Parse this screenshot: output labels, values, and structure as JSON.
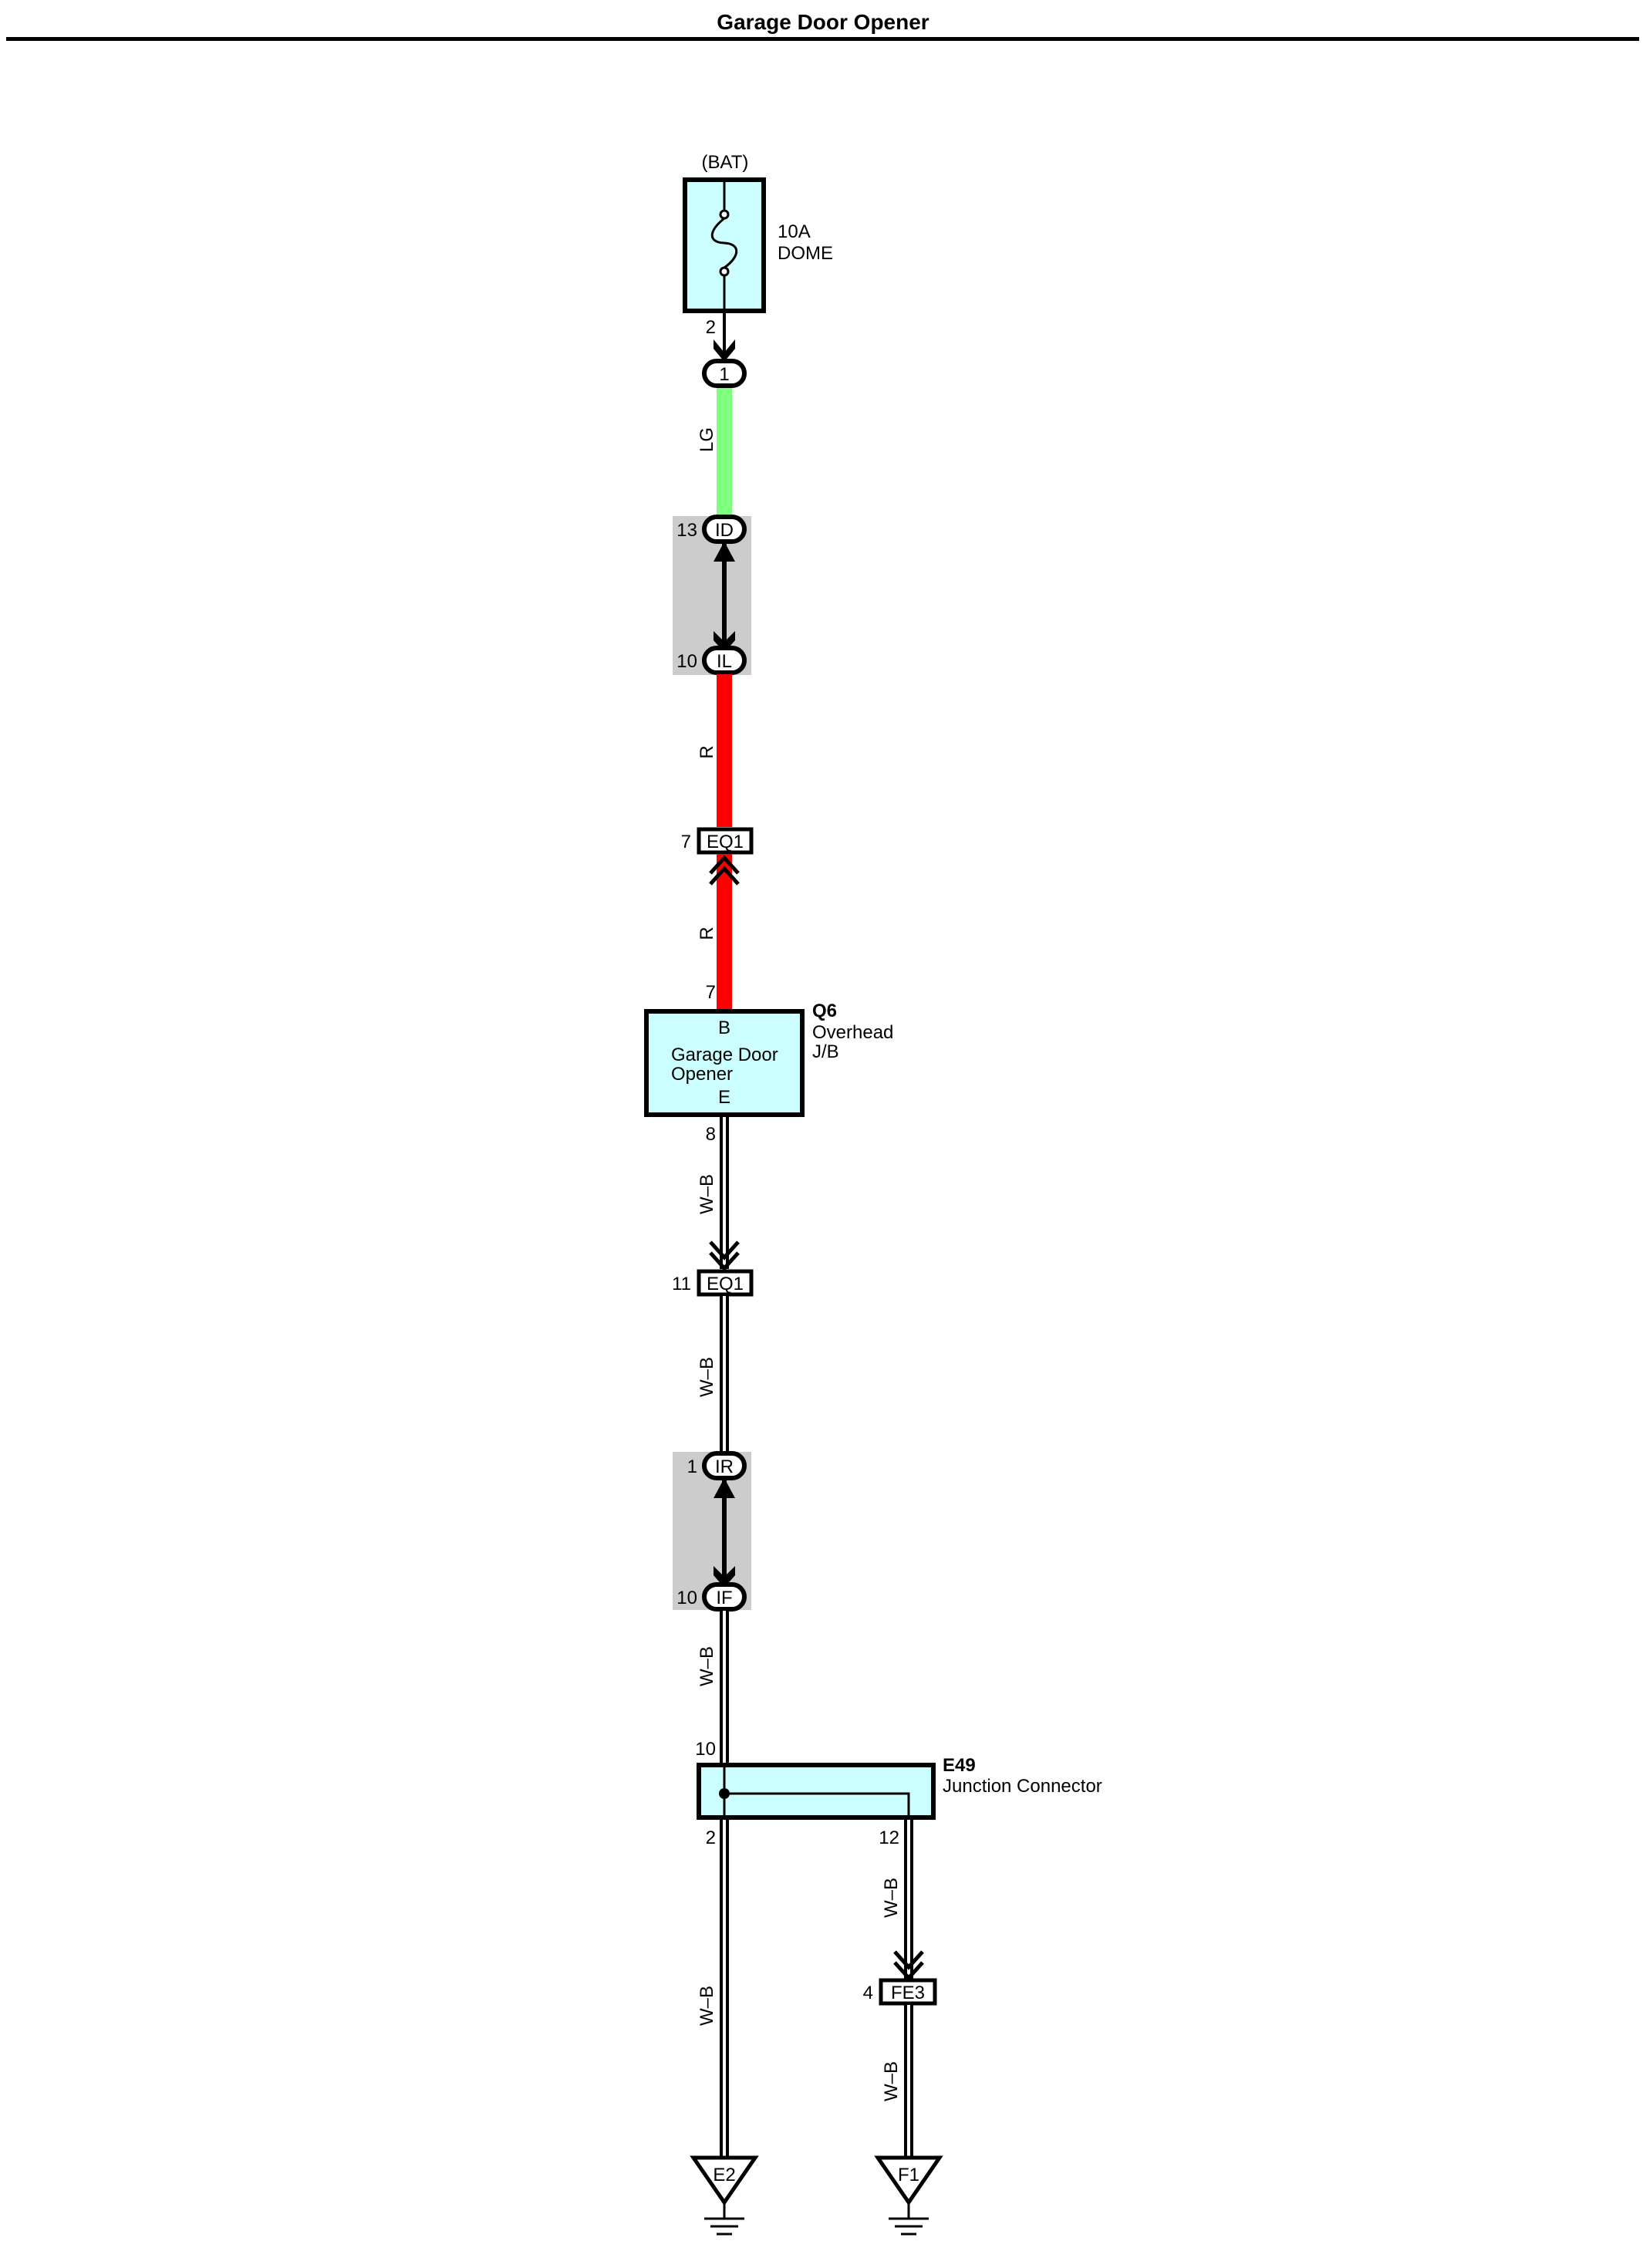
{
  "title": "Garage Door Opener",
  "colors": {
    "LG": "#80ff80",
    "R": "#ff0000",
    "component_fill": "#ccffff",
    "junction_block_fill": "#cccccc"
  },
  "fuse": {
    "source": "(BAT)",
    "rating": "10A",
    "name": "DOME",
    "out_pin": "2"
  },
  "connectors": {
    "c1": {
      "code": "1"
    },
    "id": {
      "code": "ID",
      "pin": "13"
    },
    "il": {
      "code": "IL",
      "pin": "10"
    },
    "eq1_top": {
      "code": "EQ1",
      "pin": "7"
    },
    "eq1_bottom": {
      "code": "EQ1",
      "pin": "11"
    },
    "ir": {
      "code": "IR",
      "pin": "1"
    },
    "if": {
      "code": "IF",
      "pin": "10"
    },
    "fe3": {
      "code": "FE3",
      "pin": "4"
    }
  },
  "wires": {
    "w1": "LG",
    "w2": "R",
    "w3": "R",
    "w4": "W–B",
    "w5": "W–B",
    "w6": "W–B",
    "w7": "W–B",
    "w8": "W–B",
    "w9": "W–B"
  },
  "garage_door_opener": {
    "code": "Q6",
    "location_line1": "Overhead",
    "location_line2": "J/B",
    "name_line1": "Garage Door",
    "name_line2": "Opener",
    "terminal_b": "B",
    "terminal_e": "E",
    "pin_b": "7",
    "pin_e": "8"
  },
  "junction_connector": {
    "code": "E49",
    "name": "Junction Connector",
    "pin_in": "10",
    "pin_out_left": "2",
    "pin_out_right": "12"
  },
  "grounds": {
    "g1": "E2",
    "g2": "F1"
  }
}
